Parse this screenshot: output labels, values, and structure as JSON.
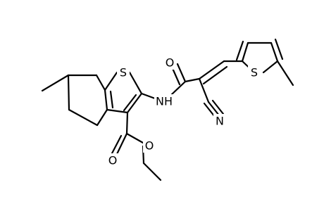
{
  "molecule": {
    "atom_labels": {
      "s_thiophene_fused": "S",
      "s_thiophene_methyl": "S",
      "nh": "NH",
      "o_amide": "O",
      "o_ester_carbonyl": "O",
      "o_ester_ether": "O",
      "n_nitrile": "N"
    },
    "colors": {
      "bond": "#000000",
      "label": "#000000",
      "background": "#ffffff"
    }
  }
}
